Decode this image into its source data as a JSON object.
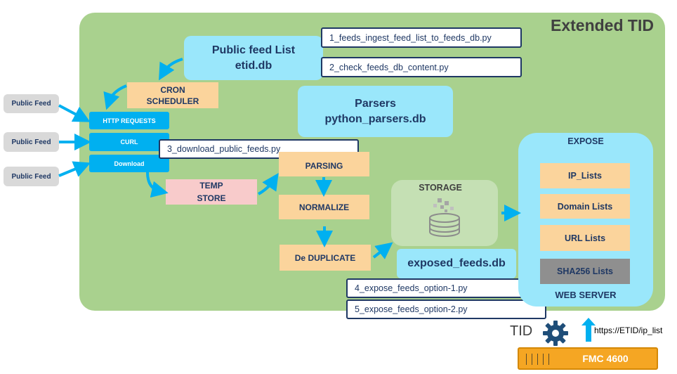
{
  "panel": {
    "title": "Extended TID"
  },
  "public_feed_list": {
    "line1": "Public feed List",
    "line2": "etid.db"
  },
  "scripts": {
    "s1": "1_feeds_ingest_feed_list_to_feeds_db.py",
    "s2": "2_check_feeds_db_content.py",
    "s3": "3_download_public_feeds.py",
    "s4": "4_expose_feeds_option-1.py",
    "s5": "5_expose_feeds_option-2.py"
  },
  "cron": {
    "line1": "CRON",
    "line2": "SCHEDULER"
  },
  "feeds": [
    "Public Feed",
    "Public Feed",
    "Public Feed"
  ],
  "fetch": {
    "http": "HTTP REQUESTS",
    "curl": "CURL",
    "download": "Download"
  },
  "parsers": {
    "line1": "Parsers",
    "line2": "python_parsers.db"
  },
  "temp_store": {
    "line1": "TEMP",
    "line2": "STORE"
  },
  "pipeline": {
    "parsing": "PARSING",
    "normalize": "NORMALIZE",
    "dedupe": "De DUPLICATE"
  },
  "storage": {
    "label": "STORAGE",
    "db": "exposed_feeds.db",
    "icon": "database-icon"
  },
  "expose": {
    "title": "EXPOSE",
    "lists": [
      "IP_Lists",
      "Domain Lists",
      "URL Lists",
      "SHA256 Lists"
    ],
    "server": "WEB SERVER"
  },
  "tid": {
    "label": "TID",
    "url": "https://ETID/ip_list",
    "icon": "gear-icon"
  },
  "fmc": {
    "label": "FMC 4600"
  },
  "colors": {
    "panel": "#a9d18e",
    "accent": "#00b0f0",
    "card": "#9ae7fb",
    "orange": "#fbd49c",
    "text": "#1f3864",
    "fmc": "#f5a623"
  }
}
